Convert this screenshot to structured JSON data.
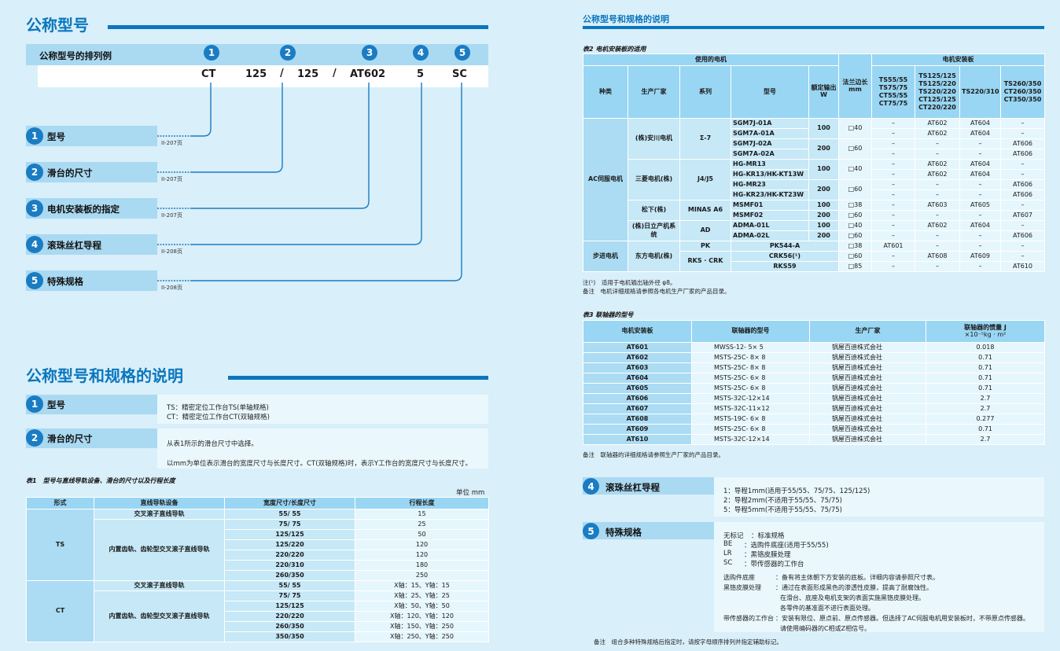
{
  "left": {
    "title1": "公称型号",
    "example_title": "公称型号的排列例",
    "code": {
      "p1": "CT",
      "p2": "125",
      "s1": "/",
      "p3": "125",
      "s2": "/",
      "p4": "AT602",
      "p5": "5",
      "p6": "SC"
    },
    "circles": [
      "1",
      "2",
      "3",
      "4",
      "5"
    ],
    "items": [
      {
        "n": "1",
        "label": "型号",
        "page": "II-207页"
      },
      {
        "n": "2",
        "label": "滑台的尺寸",
        "page": "II-207页"
      },
      {
        "n": "3",
        "label": "电机安装板的指定",
        "page": "II-207页"
      },
      {
        "n": "4",
        "label": "滚珠丝杠导程",
        "page": "II-208页"
      },
      {
        "n": "5",
        "label": "特殊规格",
        "page": "II-208页"
      }
    ],
    "title2": "公称型号和规格的说明",
    "desc1": {
      "n": "1",
      "label": "型号",
      "lines": [
        "TS：精密定位工作台TS(单轴规格)",
        "CT：精密定位工作台CT(双轴规格)"
      ]
    },
    "desc2": {
      "n": "2",
      "label": "滑台的尺寸",
      "lines": [
        "从表1所示的滑台尺寸中选择。",
        "以mm为单位表示滑台的宽度尺寸与长度尺寸。CT(双轴规格)时，表示Y工作台的宽度尺寸与长度尺寸。"
      ]
    },
    "t1_caption": "表1　型号与直线导轨设备、滑台的尺寸以及行程长度",
    "t1_unit": "单位 mm",
    "t1_headers": [
      "形式",
      "直线导轨设备",
      "宽度尺寸/长度尺寸",
      "行程长度"
    ],
    "t1_ts": "TS",
    "t1_ct": "CT",
    "t1_guide_a": "交叉滚子直线导轨",
    "t1_guide_b": "内置齿轨、齿轮型交叉滚子直线导轨",
    "t1_ts_rows": [
      [
        "55/ 55",
        "15"
      ],
      [
        "75/ 75",
        "25"
      ],
      [
        "125/125",
        "50"
      ],
      [
        "125/220",
        "120"
      ],
      [
        "220/220",
        "120"
      ],
      [
        "220/310",
        "180"
      ],
      [
        "260/350",
        "250"
      ]
    ],
    "t1_ct_rows": [
      [
        "55/ 55",
        "X轴：15、Y轴：15"
      ],
      [
        "75/ 75",
        "X轴：25、Y轴：25"
      ],
      [
        "125/125",
        "X轴：50、Y轴：50"
      ],
      [
        "220/220",
        "X轴：120、Y轴：120"
      ],
      [
        "260/350",
        "X轴：150、Y轴：250"
      ],
      [
        "350/350",
        "X轴：250、Y轴：250"
      ]
    ]
  },
  "right": {
    "title": "公称型号和规格的说明",
    "t2_caption": "表2 电机安装板的适用",
    "t2_h": {
      "motor": "使用的电机",
      "flange": "法兰边长",
      "flange_unit": "mm",
      "plate": "电机安装板",
      "kind": "种类",
      "maker": "生产厂家",
      "series": "系列",
      "model": "型号",
      "output": "额定输出",
      "output_unit": "W",
      "c1": [
        "TS55/55",
        "TS75/75",
        "CT55/55",
        "CT75/75"
      ],
      "c2": [
        "TS125/125",
        "TS125/220",
        "TS220/220",
        "CT125/125",
        "CT220/220"
      ],
      "c3": "TS220/310",
      "c4": [
        "TS260/350",
        "CT260/350",
        "CT350/350"
      ]
    },
    "ac": "AC伺服电机",
    "step": "步进电机",
    "yaskawa": "(株)安川电机",
    "sigma": "Σ-7",
    "mitsu": "三菱电机(株)",
    "j4": "J4/J5",
    "pana": "松下(株)",
    "minas": "MINAS A6",
    "hitachi": "(株)日立产机系统",
    "ad": "AD",
    "oriental": "东方电机(株)",
    "pk": "PK",
    "rks": "RKS · CRK",
    "w100": "100",
    "w200": "200",
    "f40": "□40",
    "f60": "□60",
    "f38": "□38",
    "f85": "□85",
    "rows": [
      {
        "m": "SGM7J-01A",
        "c": [
          "–",
          "AT602",
          "AT604",
          "–"
        ]
      },
      {
        "m": "SGM7A-01A",
        "c": [
          "–",
          "AT602",
          "AT604",
          "–"
        ]
      },
      {
        "m": "SGM7J-02A",
        "c": [
          "–",
          "–",
          "–",
          "AT606"
        ]
      },
      {
        "m": "SGM7A-02A",
        "c": [
          "–",
          "–",
          "–",
          "AT606"
        ]
      },
      {
        "m": "HG-MR13",
        "c": [
          "–",
          "AT602",
          "AT604",
          "–"
        ]
      },
      {
        "m": "HG-KR13/HK-KT13W",
        "c": [
          "–",
          "AT602",
          "AT604",
          "–"
        ]
      },
      {
        "m": "HG-MR23",
        "c": [
          "–",
          "–",
          "–",
          "AT606"
        ]
      },
      {
        "m": "HG-KR23/HK-KT23W",
        "c": [
          "–",
          "–",
          "–",
          "AT606"
        ]
      },
      {
        "m": "MSMF01",
        "w": "100",
        "f": "□38",
        "c": [
          "–",
          "AT603",
          "AT605",
          "–"
        ]
      },
      {
        "m": "MSMF02",
        "w": "200",
        "f": "□60",
        "c": [
          "–",
          "–",
          "–",
          "AT607"
        ]
      },
      {
        "m": "ADMA-01L",
        "w": "100",
        "f": "□40",
        "c": [
          "–",
          "AT602",
          "AT604",
          "–"
        ]
      },
      {
        "m": "ADMA-02L",
        "w": "200",
        "f": "□60",
        "c": [
          "–",
          "–",
          "–",
          "AT606"
        ]
      },
      {
        "m": "PK544-A",
        "f": "□38",
        "c": [
          "AT601",
          "–",
          "–",
          "–"
        ]
      },
      {
        "m": "CRK56(¹)",
        "f": "□60",
        "c": [
          "–",
          "AT608",
          "AT609",
          "–"
        ]
      },
      {
        "m": "RKS59",
        "f": "□85",
        "c": [
          "–",
          "–",
          "–",
          "AT610"
        ]
      }
    ],
    "note1": "注(¹)　适用于电机输出轴外径 φ8。",
    "note2": "备注　电机详细规格请参照各电机生产厂家的产品目录。",
    "t3_caption": "表3 联轴器的型号",
    "t3_h": [
      "电机安装板",
      "联轴器的型号",
      "生产厂家",
      "联轴器的惯量 J",
      "×10⁻⁵kg · m²"
    ],
    "t3_rows": [
      [
        "AT601",
        "MWSS-12- 5× 5",
        "锅屋百迪株式会社",
        "0.018"
      ],
      [
        "AT602",
        "MSTS-25C- 8× 8",
        "锅屋百迪株式会社",
        "0.71"
      ],
      [
        "AT603",
        "MSTS-25C- 8× 8",
        "锅屋百迪株式会社",
        "0.71"
      ],
      [
        "AT604",
        "MSTS-25C- 6× 8",
        "锅屋百迪株式会社",
        "0.71"
      ],
      [
        "AT605",
        "MSTS-25C- 6× 8",
        "锅屋百迪株式会社",
        "0.71"
      ],
      [
        "AT606",
        "MSTS-32C-12×14",
        "锅屋百迪株式会社",
        "2.7"
      ],
      [
        "AT607",
        "MSTS-32C-11×12",
        "锅屋百迪株式会社",
        "2.7"
      ],
      [
        "AT608",
        "MSTS-19C- 6× 8",
        "锅屋百迪株式会社",
        "0.277"
      ],
      [
        "AT609",
        "MSTS-25C- 6× 8",
        "锅屋百迪株式会社",
        "0.71"
      ],
      [
        "AT610",
        "MSTS-32C-12×14",
        "锅屋百迪株式会社",
        "2.7"
      ]
    ],
    "t3_note": "备注　联轴器的详细规格请参照生产厂家的产品目录。",
    "s4": {
      "n": "4",
      "label": "滚珠丝杠导程",
      "lines": [
        "1：导程1mm(适用于55/55、75/75、125/125)",
        "2：导程2mm(不适用于55/55、75/75)",
        "5：导程5mm(不适用于55/55、75/75)"
      ]
    },
    "s5": {
      "n": "5",
      "label": "特殊规格",
      "codes": [
        [
          "无标记",
          "：标准规格"
        ],
        [
          "BE",
          "：选购件底座(适用于55/55)"
        ],
        [
          "LR",
          "：黑铬皮膜处理"
        ],
        [
          "SC",
          "：带传感器的工作台"
        ]
      ],
      "details": [
        [
          "选购件底座",
          "：备有将主体朝下方安装的底板。详细内容请参照尺寸表。"
        ],
        [
          "黑铬皮膜处理",
          "：通过在表面形成黑色的渗透性皮膜，提高了耐腐蚀性。"
        ],
        [
          "",
          "在滑台、底座及电机支架的表面实施黑铬皮膜处理。"
        ],
        [
          "",
          "各零件的基准面不进行表面处理。"
        ],
        [
          "带传感器的工作台",
          "：安装有限位、原点前、原点传感器。但选择了AC伺服电机用安装板时，不带原点传感器。"
        ],
        [
          "",
          "请使用编码器的C相或Z相信号。"
        ]
      ]
    },
    "s5_note": "备注　组合多种特殊规格后指定时，请按字母顺序排列并指定辅助标记。"
  }
}
